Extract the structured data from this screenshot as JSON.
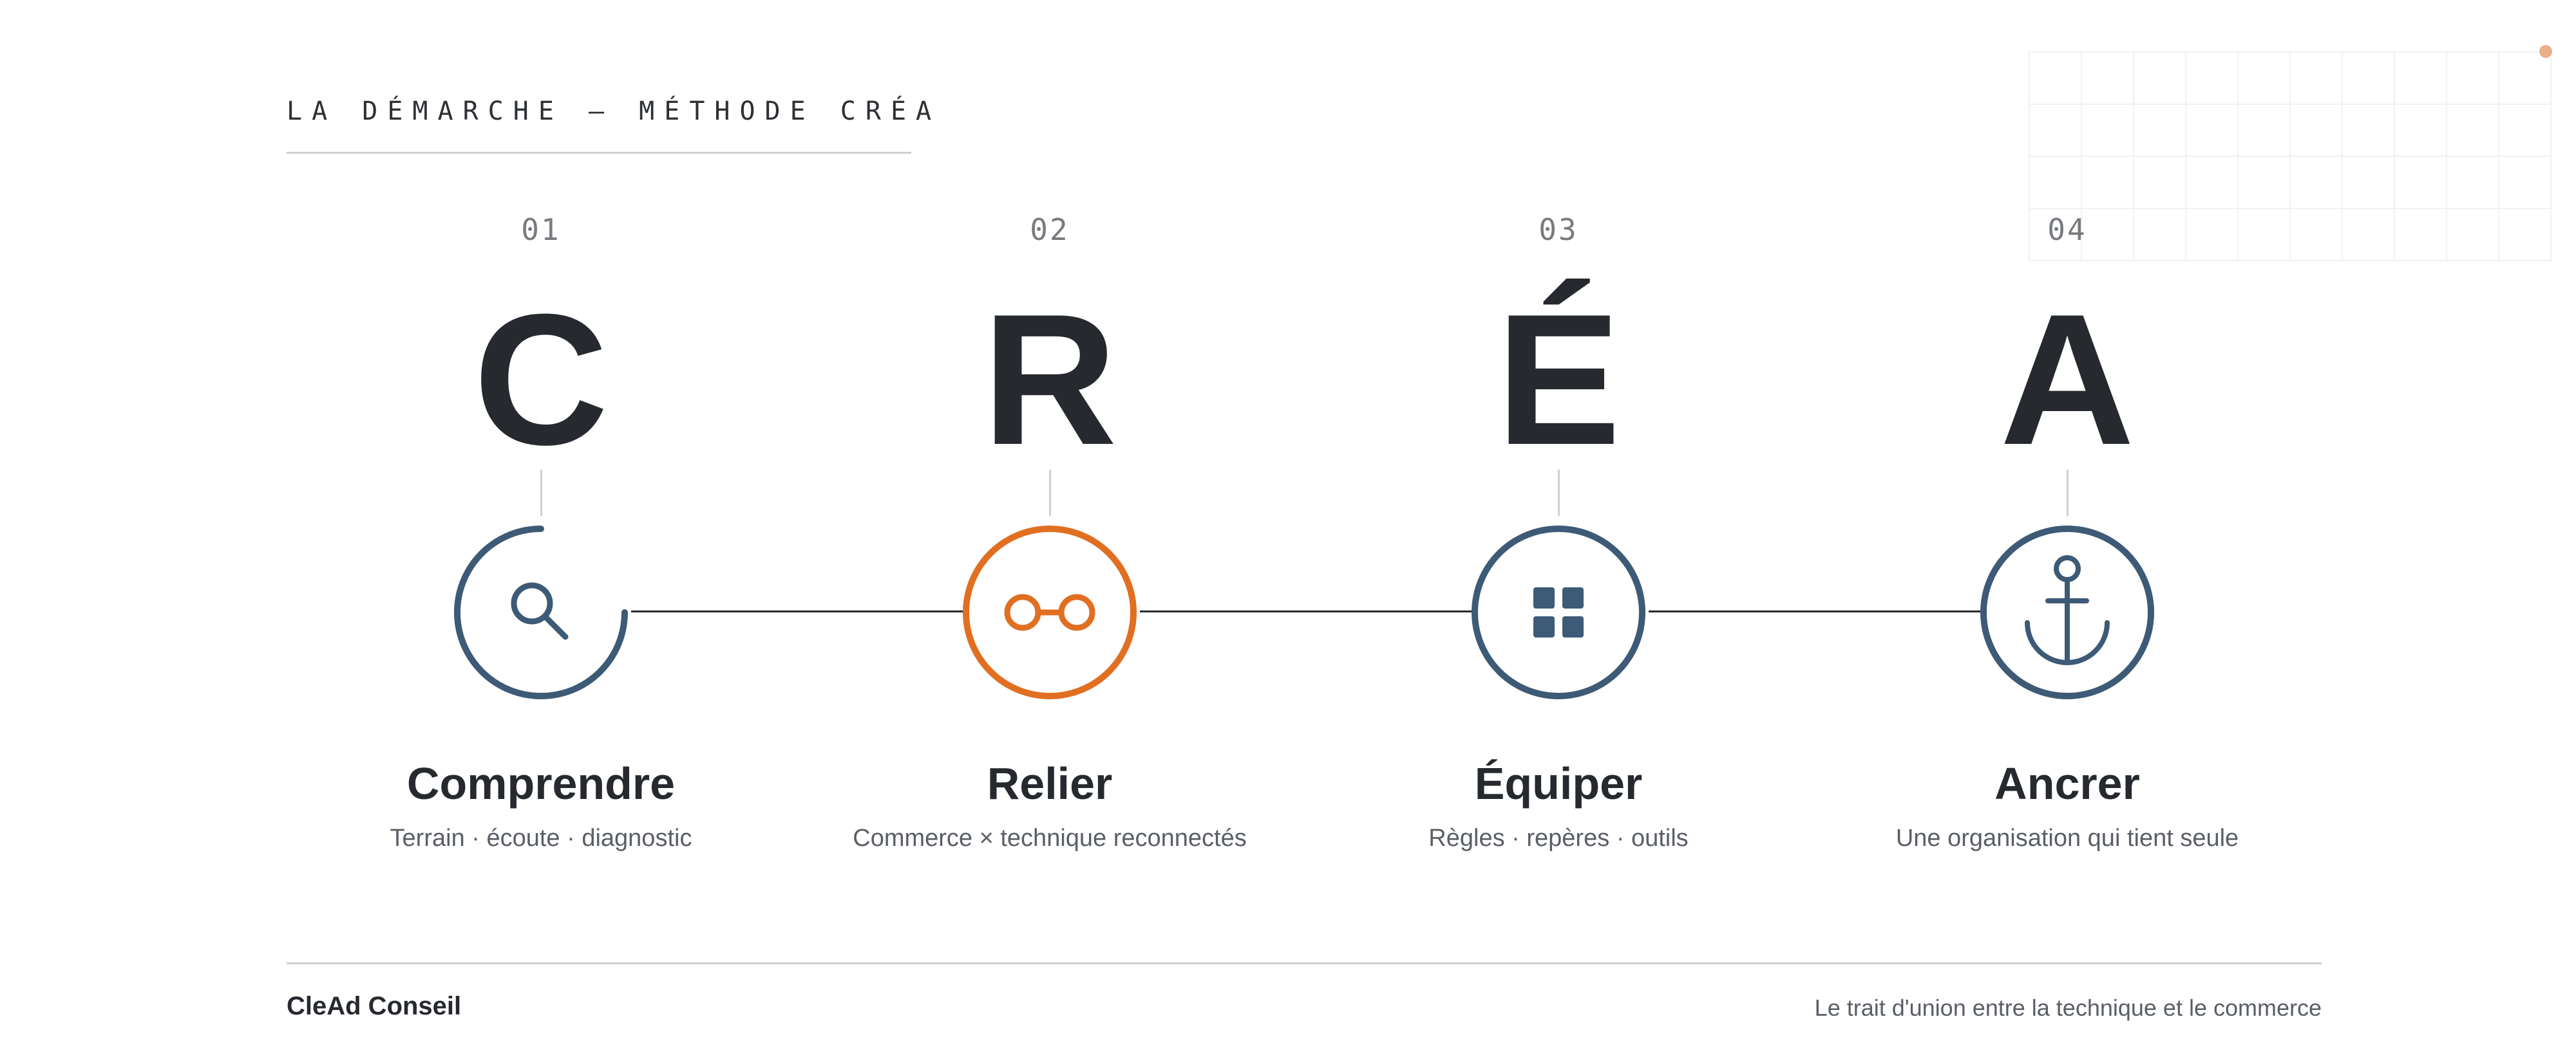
{
  "header": {
    "eyebrow": "LA DÉMARCHE — MÉTHODE CRÉA"
  },
  "colors": {
    "navy": "#3d5a76",
    "orange": "#e16f22",
    "text": "#26292e",
    "muted": "#5a5e66"
  },
  "steps": [
    {
      "number": "01",
      "letter": "C",
      "title": "Comprendre",
      "description": "Terrain · écoute · diagnostic",
      "icon": "magnifier-icon",
      "color": "#3d5a76"
    },
    {
      "number": "02",
      "letter": "R",
      "title": "Relier",
      "description": "Commerce × technique reconnectés",
      "icon": "link-icon",
      "color": "#e16f22"
    },
    {
      "number": "03",
      "letter": "É",
      "title": "Équiper",
      "description": "Règles · repères · outils",
      "icon": "grid-icon",
      "color": "#3d5a76"
    },
    {
      "number": "04",
      "letter": "A",
      "title": "Ancrer",
      "description": "Une organisation qui tient seule",
      "icon": "anchor-icon",
      "color": "#3d5a76"
    }
  ],
  "footer": {
    "brand": "CleAd Conseil",
    "tagline": "Le trait d'union entre la technique et le commerce"
  }
}
